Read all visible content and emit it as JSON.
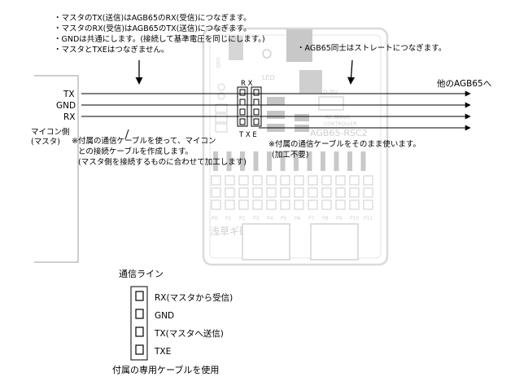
{
  "notes": {
    "top": [
      "・マスタのTX(送信)はAGB65のRX(受信)につなぎます。",
      "・マスタのRX(受信)はAGB65のTX(送信)につなぎます。",
      "・GNDは共通にします。(接続して基準電圧を同じにします。)",
      "・マスタとTXEはつなぎません。"
    ],
    "agb_straight": "・AGB65同士はストレートにつなぎます。",
    "to_other_agb65": "他のAGB65へ",
    "cable_master": [
      "※付属の通信ケーブルを使って、マイコン",
      "との接続ケーブルを作成します。",
      "(マスタ側を接続するものに合わせて加工します)"
    ],
    "cable_agb": [
      "※付属の通信ケーブルをそのまま使います。",
      "(加工不要)"
    ]
  },
  "master": {
    "lines": [
      "TX",
      "GND",
      "RX"
    ],
    "label": [
      "マイコン側",
      "(マスタ)"
    ]
  },
  "board": {
    "top_pins": "R X",
    "bottom_pins": "T X E",
    "name": "AGB65-RSC2",
    "subtitle": [
      "RC SERVO",
      "CONTROLLER"
    ],
    "voltage": "10-8V",
    "led": "LED",
    "maker": "浅草ギ研",
    "gnd": "GND",
    "servo_labels": [
      "P0",
      "P1",
      "P2",
      "P3",
      "P4",
      "P5",
      "P6",
      "P7",
      "P8",
      "P9",
      "P10",
      "P11"
    ]
  },
  "legend": {
    "title": "通信ライン",
    "items": [
      "RX(マスタから受信)",
      "GND",
      "TX(マスタへ送信)",
      "TXE"
    ],
    "footer": "付属の専用ケーブルを使用"
  }
}
